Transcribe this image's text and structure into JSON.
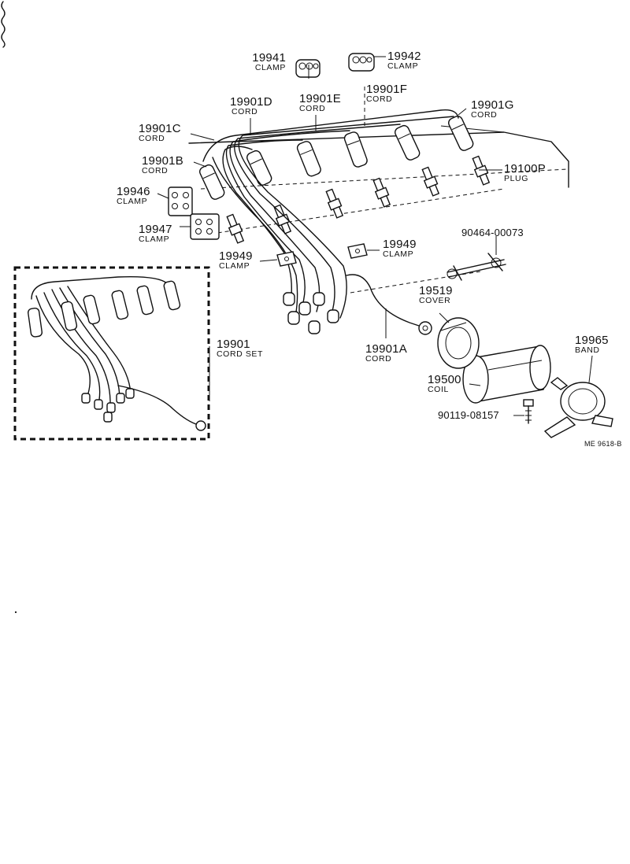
{
  "parts": [
    {
      "id": "p19941",
      "number": "19941",
      "name": "CLAMP"
    },
    {
      "id": "p19942",
      "number": "19942",
      "name": "CLAMP"
    },
    {
      "id": "p19901D",
      "number": "19901D",
      "name": "CORD"
    },
    {
      "id": "p19901E",
      "number": "19901E",
      "name": "CORD"
    },
    {
      "id": "p19901F",
      "number": "19901F",
      "name": "CORD"
    },
    {
      "id": "p19901G",
      "number": "19901G",
      "name": "CORD"
    },
    {
      "id": "p19901C",
      "number": "19901C",
      "name": "CORD"
    },
    {
      "id": "p19901B",
      "number": "19901B",
      "name": "CORD"
    },
    {
      "id": "p19100P",
      "number": "19100P",
      "name": "PLUG"
    },
    {
      "id": "p19946",
      "number": "19946",
      "name": "CLAMP"
    },
    {
      "id": "p19947",
      "number": "19947",
      "name": "CLAMP"
    },
    {
      "id": "p19949a",
      "number": "19949",
      "name": "CLAMP"
    },
    {
      "id": "p19949b",
      "number": "19949",
      "name": "CLAMP"
    },
    {
      "id": "p19519",
      "number": "19519",
      "name": "COVER"
    },
    {
      "id": "p19901",
      "number": "19901",
      "name": "CORD SET"
    },
    {
      "id": "p19901A",
      "number": "19901A",
      "name": "CORD"
    },
    {
      "id": "p19965",
      "number": "19965",
      "name": "BAND"
    },
    {
      "id": "p19500",
      "number": "19500",
      "name": "COIL"
    }
  ],
  "codes": {
    "bolt_top": "90464-00073",
    "bolt_bottom": "90119-08157"
  },
  "reference": "ME 9618-B"
}
